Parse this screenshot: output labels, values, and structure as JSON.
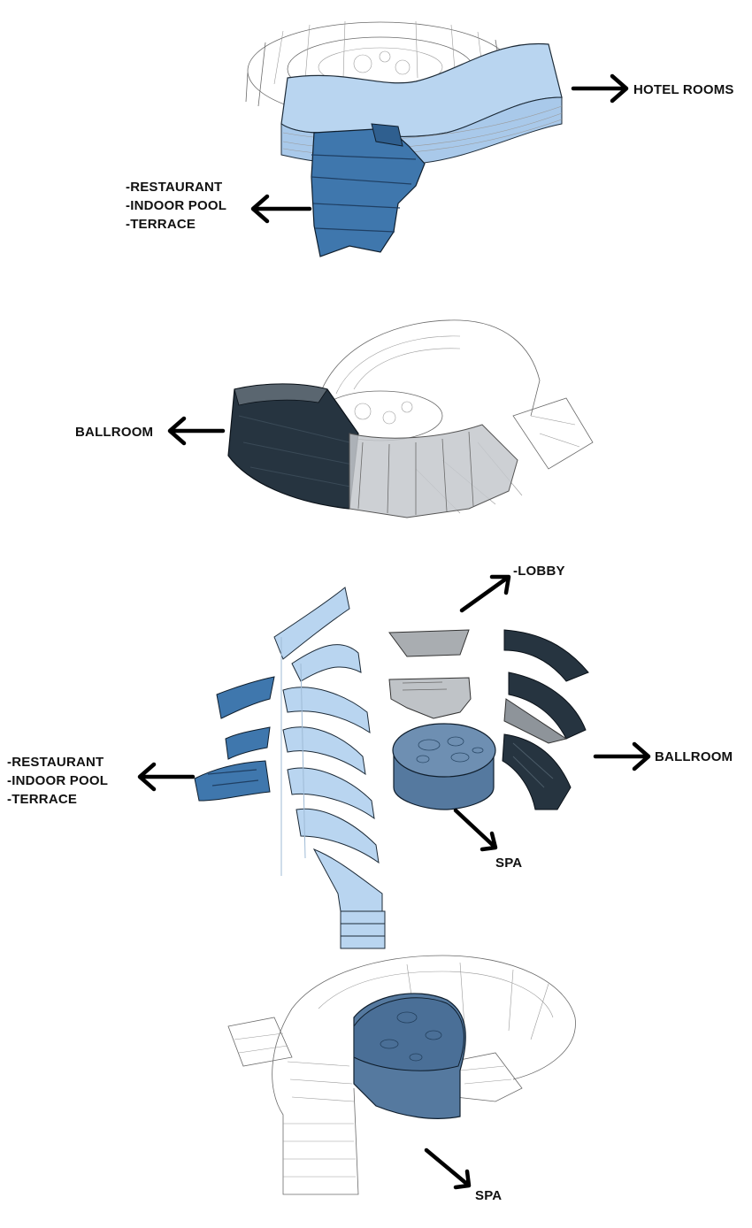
{
  "colors": {
    "hotel_rooms": "#b9d5f0",
    "restaurant_block": "#3f77ad",
    "ballroom": "#263440",
    "ballroom_light": "#c4c8cd",
    "spa": "#55799f",
    "lobby": "#a9adb1",
    "outline": "#000000"
  },
  "diagram1": {
    "label_hotel_rooms": "HOTEL ROOMS",
    "label_left_1": "-RESTAURANT",
    "label_left_2": "-INDOOR POOL",
    "label_left_3": "-TERRACE"
  },
  "diagram2": {
    "label_ballroom": "BALLROOM"
  },
  "diagram3": {
    "label_lobby": "-LOBBY",
    "label_ballroom": "BALLROOM",
    "label_spa": "SPA",
    "label_left_1": "-RESTAURANT",
    "label_left_2": "-INDOOR POOL",
    "label_left_3": "-TERRACE"
  },
  "diagram4": {
    "label_spa": "SPA"
  }
}
